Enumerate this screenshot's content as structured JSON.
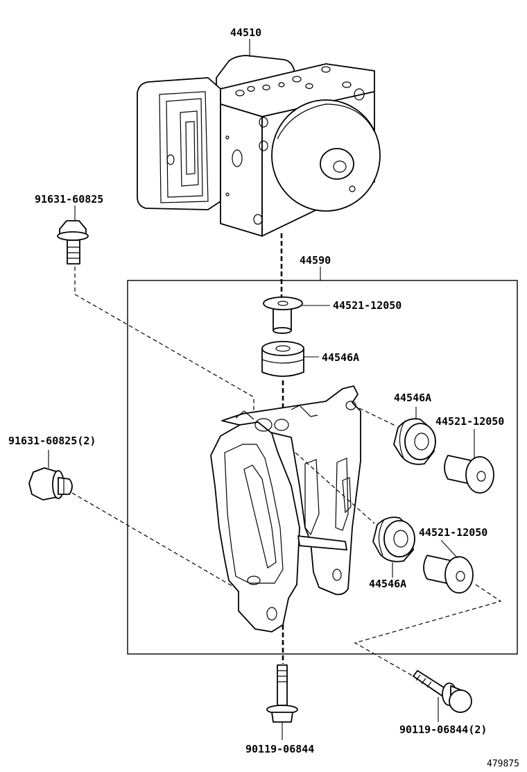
{
  "diagram": {
    "labels": {
      "actuator": "44510",
      "bolt_top_left": "91631-60825",
      "bracket_assembly": "44590",
      "collar_top": "44521-12050",
      "cushion_top": "44546A",
      "cushion_right_upper": "44546A",
      "collar_right_upper": "44521-12050",
      "bolt_left": "91631-60825(2)",
      "collar_right_lower": "44521-12050",
      "cushion_right_lower": "44546A",
      "bolt_bottom": "90119-06844",
      "bolt_bottom_right": "90119-06844(2)"
    },
    "figure_id": "479875"
  }
}
